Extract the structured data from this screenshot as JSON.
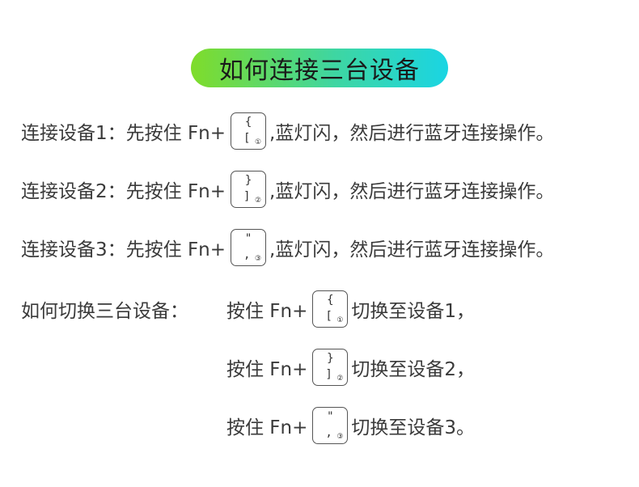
{
  "title": "如何连接三台设备",
  "connect_rows": [
    {
      "label": "连接设备1：先按住 Fn+",
      "key": {
        "top": "{",
        "bottom": "[",
        "num": "①"
      },
      "suffix": ",蓝灯闪，然后进行蓝牙连接操作。"
    },
    {
      "label": "连接设备2：先按住 Fn+",
      "key": {
        "top": "}",
        "bottom": "]",
        "num": "②"
      },
      "suffix": ",蓝灯闪，然后进行蓝牙连接操作。"
    },
    {
      "label": "连接设备3：先按住 Fn+",
      "key": {
        "top": "\"",
        "bottom": ",",
        "num": "③"
      },
      "suffix": ",蓝灯闪，然后进行蓝牙连接操作。"
    }
  ],
  "switch_heading": "如何切换三台设备：",
  "switch_rows": [
    {
      "label": "按住 Fn+",
      "key": {
        "top": "{",
        "bottom": "[",
        "num": "①"
      },
      "suffix": "切换至设备1，"
    },
    {
      "label": "按住 Fn+",
      "key": {
        "top": "}",
        "bottom": "]",
        "num": "②"
      },
      "suffix": "切换至设备2，"
    },
    {
      "label": "按住 Fn+",
      "key": {
        "top": "\"",
        "bottom": ",",
        "num": "③"
      },
      "suffix": "切换至设备3。"
    }
  ]
}
